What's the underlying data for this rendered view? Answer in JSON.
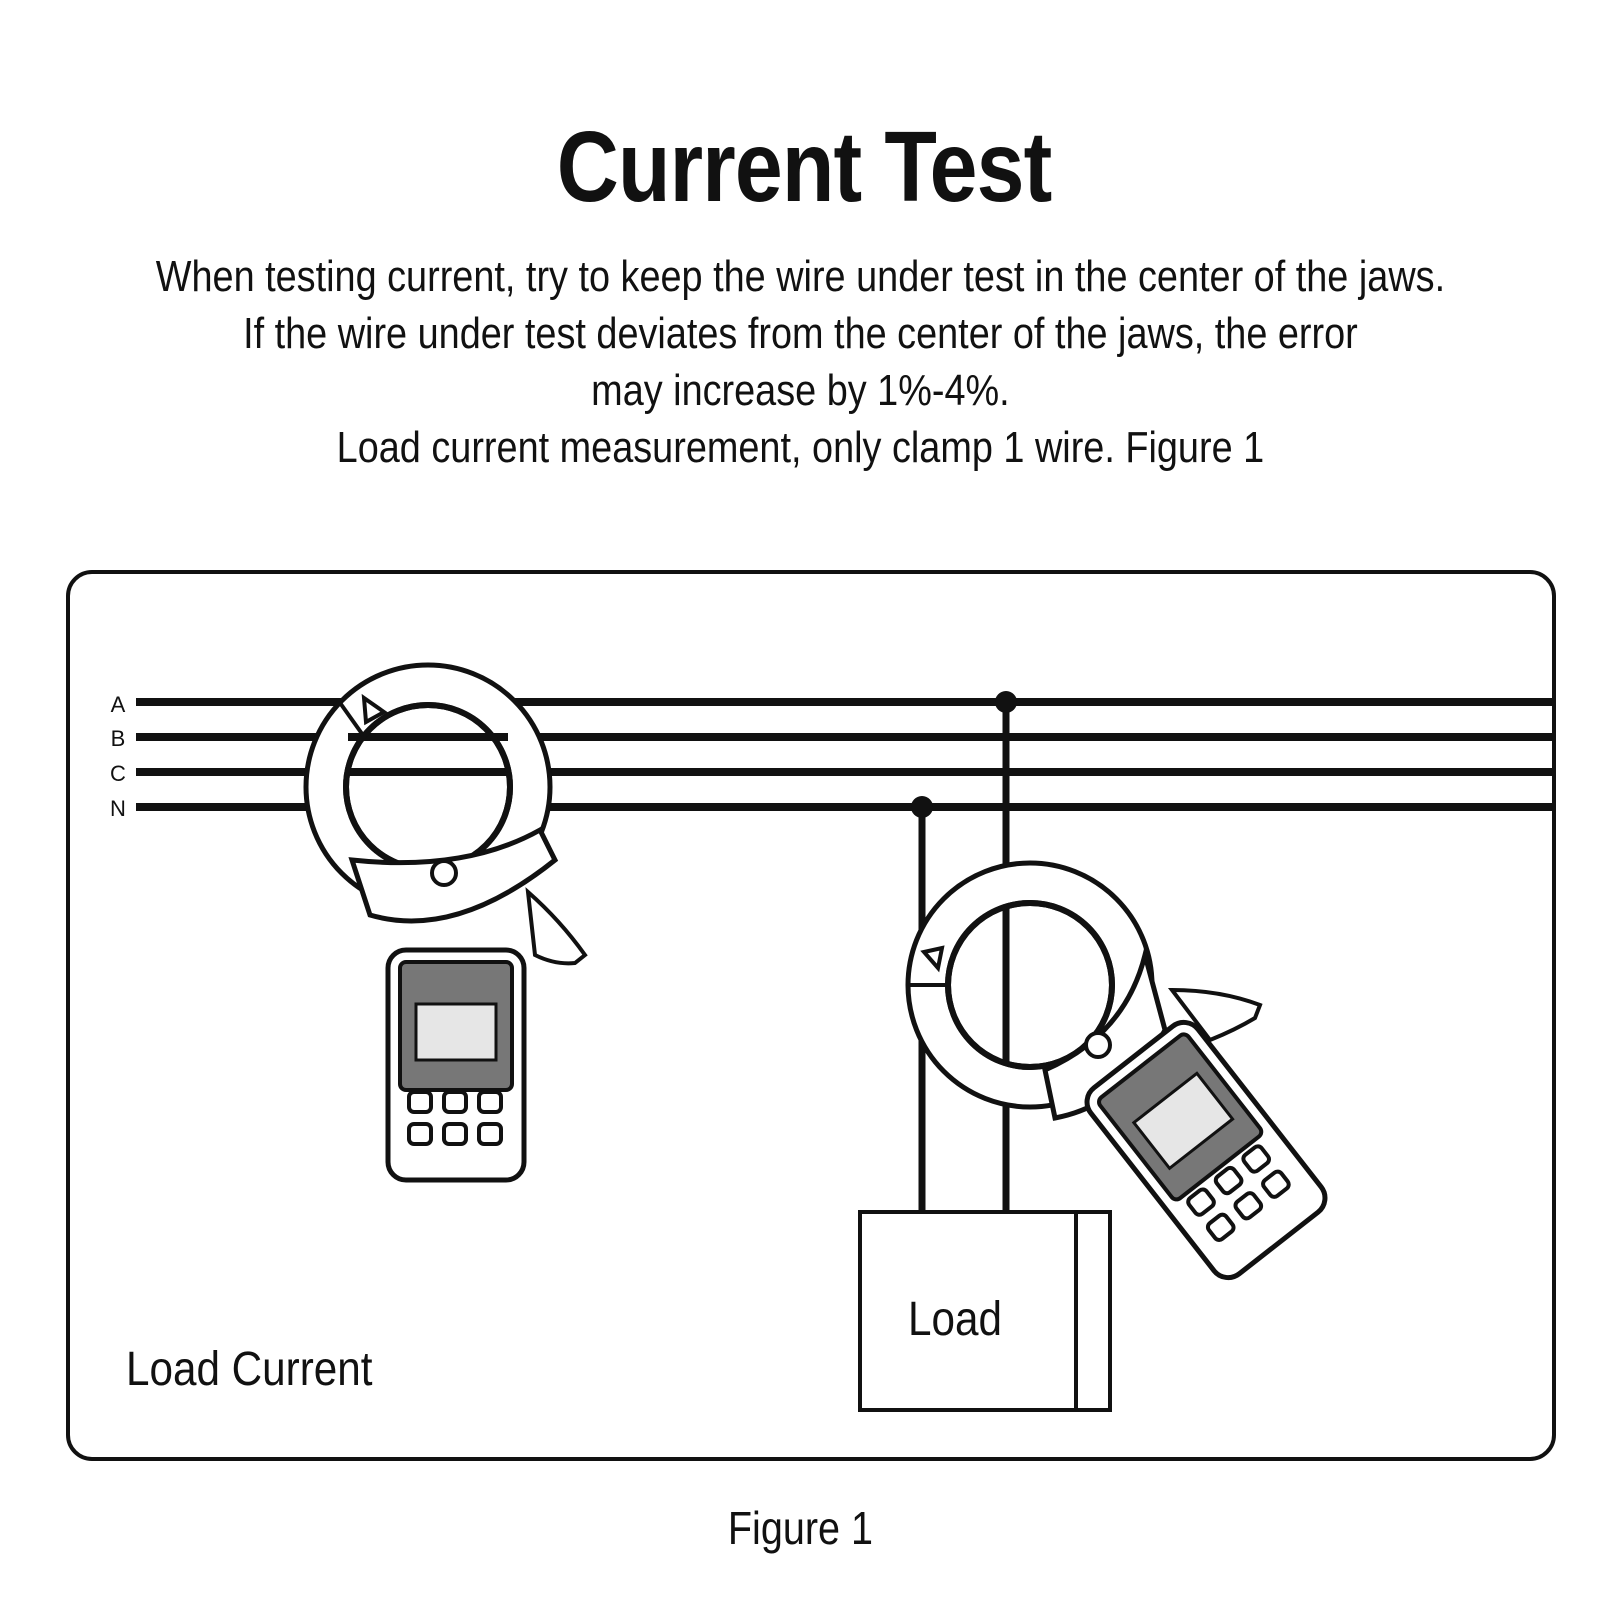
{
  "title": "Current Test",
  "description": {
    "lines": [
      "When testing current, try to keep the wire under test in the center of the jaws.",
      "If the wire under test deviates from the center of the jaws, the error",
      "may increase by 1%-4%.",
      "Load current measurement, only clamp 1 wire. Figure 1"
    ]
  },
  "diagram": {
    "wire_labels": [
      "A",
      "B",
      "C",
      "N"
    ],
    "load_label": "Load",
    "panel_label": "Load Current"
  },
  "caption": "Figure 1"
}
